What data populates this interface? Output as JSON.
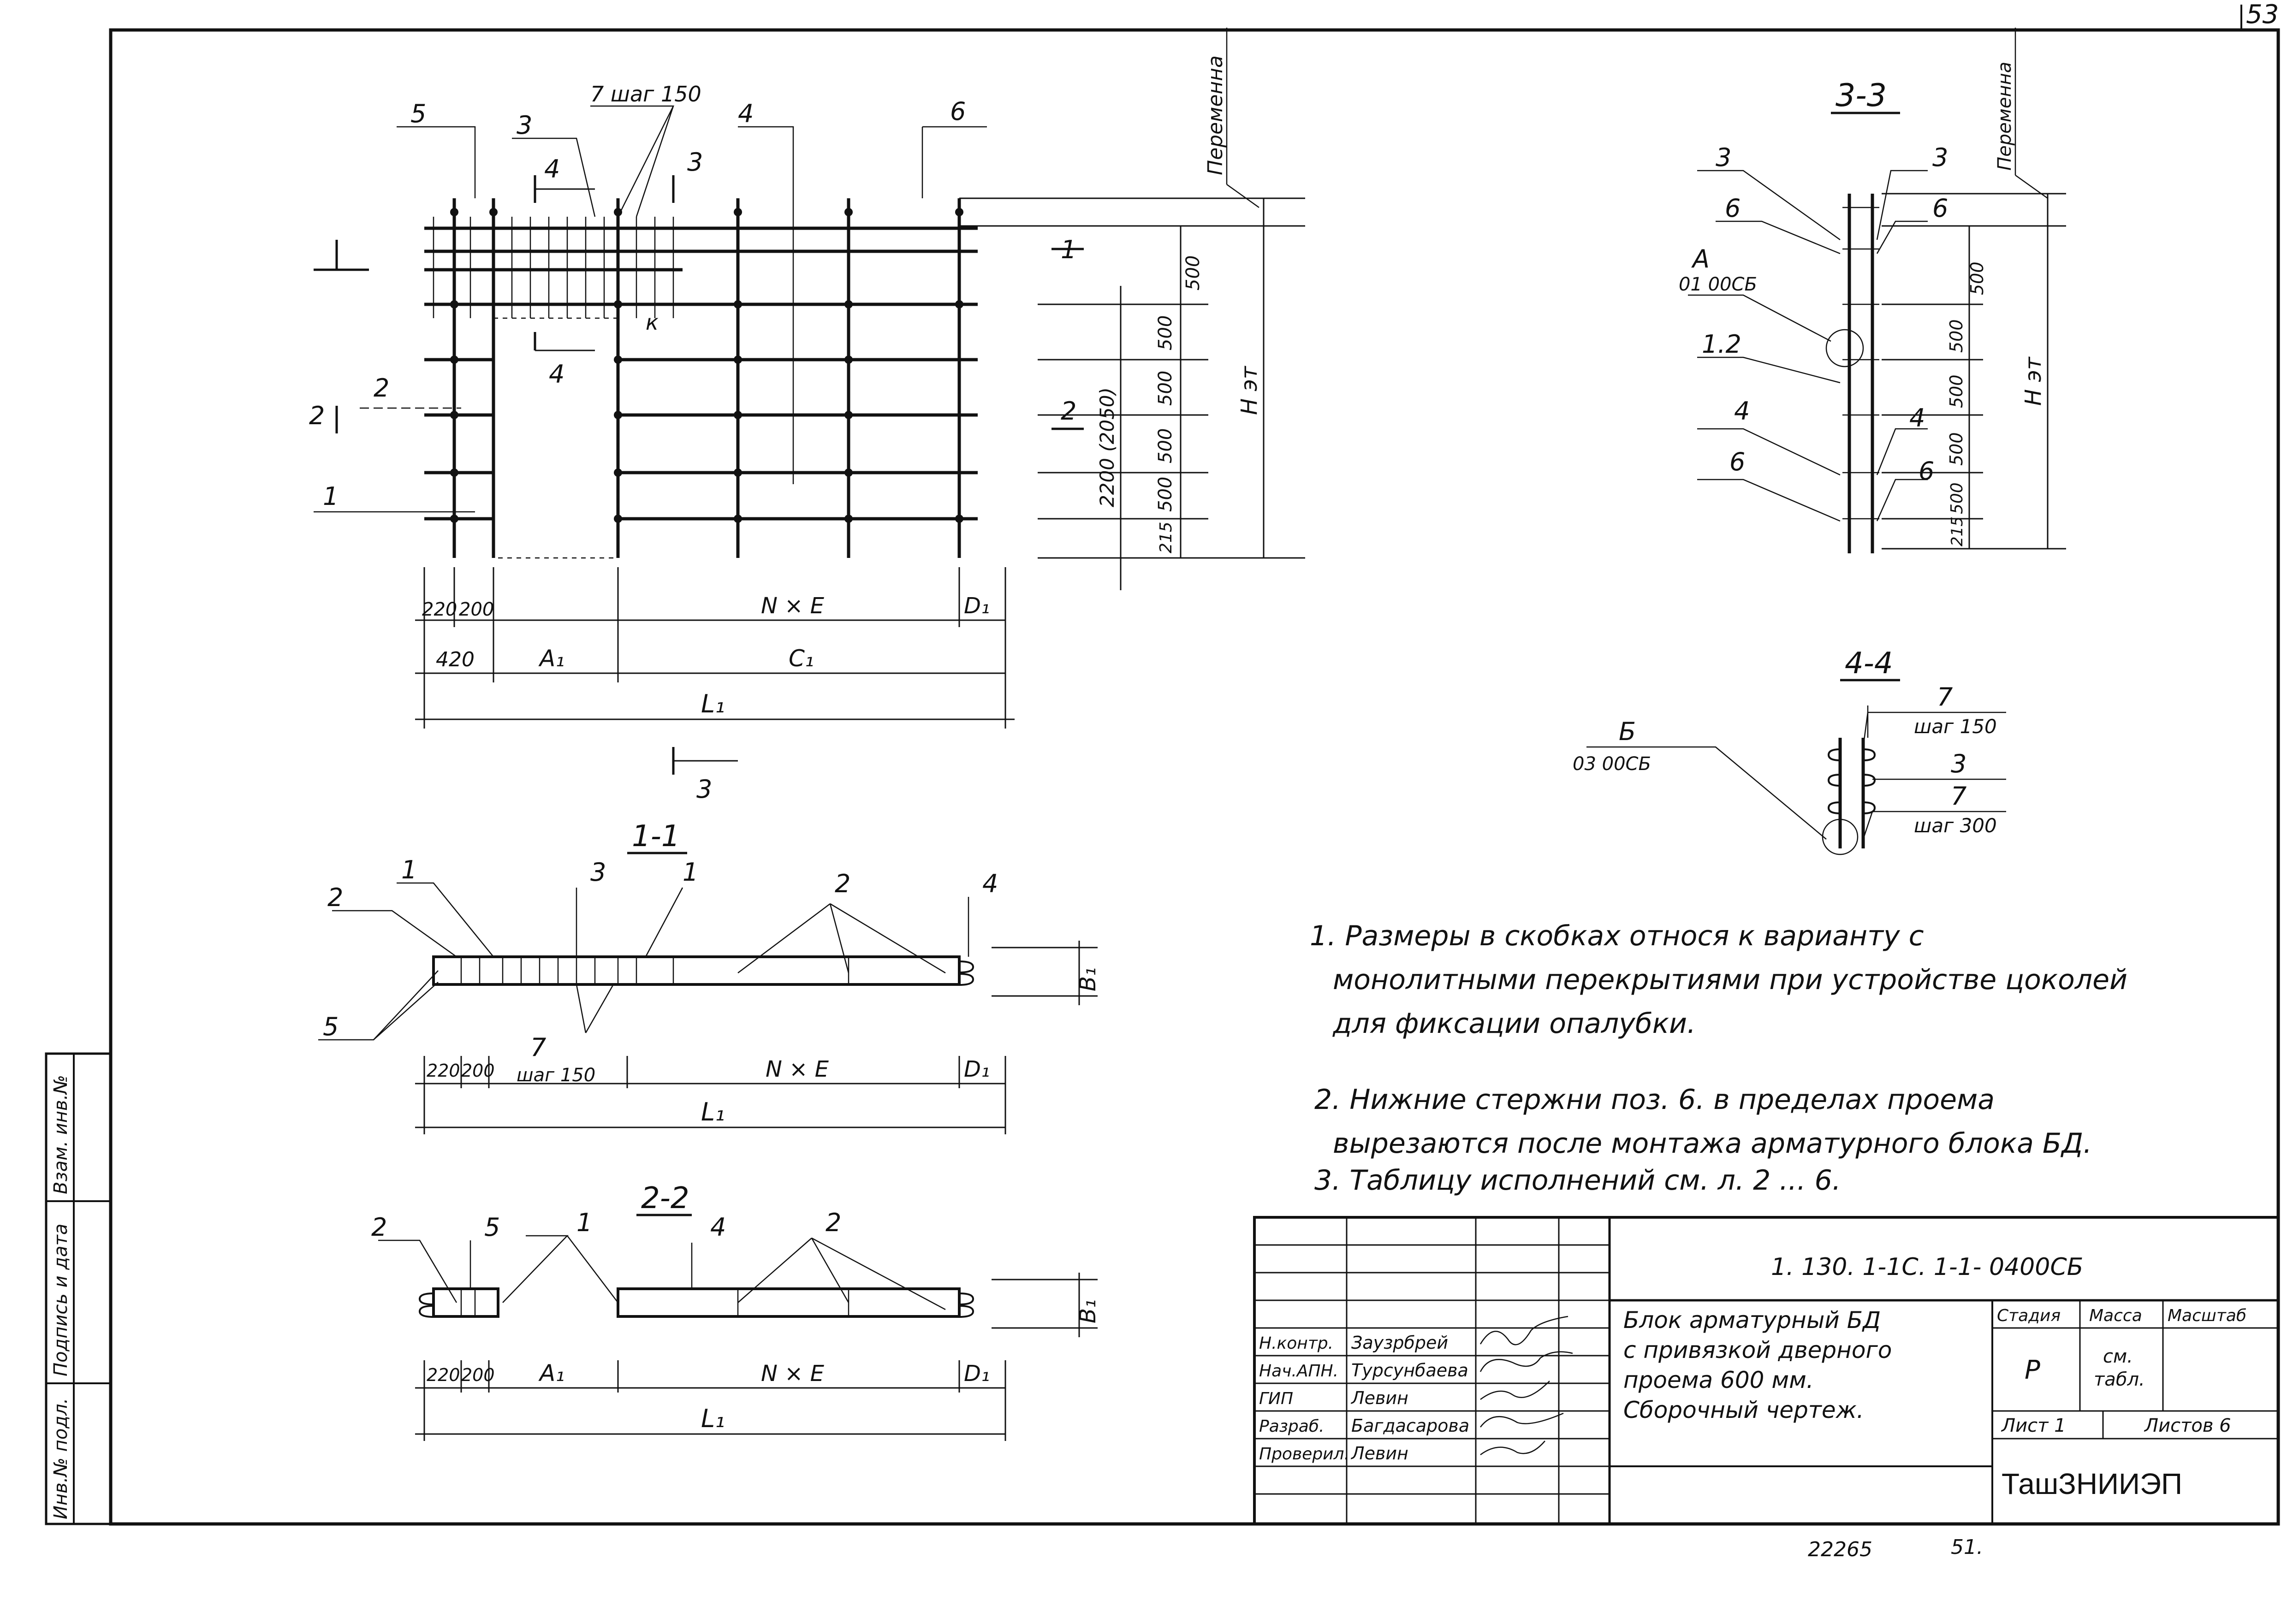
{
  "sheet": {
    "page_number": "53",
    "bottom_stamp": "22265",
    "bottom_sheet": "51."
  },
  "main_view": {
    "labels": {
      "p5": "5",
      "p3": "3",
      "p7_step": "7 шаг 150",
      "p4": "4",
      "p6": "6",
      "cut4": "4",
      "cut3": "3",
      "cut1": "1",
      "cut2_left": "2",
      "cut2_right": "2",
      "p2": "2",
      "p1": "1",
      "k": "к",
      "variable": "Переменна",
      "h_et": "H эт",
      "d500a": "500",
      "d500b": "500",
      "d500c": "500",
      "d500d": "500",
      "d500e": "500",
      "d215": "215",
      "d2200": "2200 (2050)"
    },
    "bottom_dims": {
      "d220": "220",
      "d200": "200",
      "d420": "420",
      "a1": "A₁",
      "c1": "C₁",
      "nxe": "N × E",
      "d1": "D₁",
      "l1": "L₁"
    }
  },
  "section_11": {
    "title": "1-1",
    "labels": {
      "p2": "2",
      "p1a": "1",
      "p3": "3",
      "p1b": "1",
      "p2b": "2",
      "p4": "4",
      "p5": "5",
      "p7": "7",
      "step": "шаг 150",
      "b1": "B₁",
      "d220": "220",
      "d200": "200",
      "nxe": "N × E",
      "d1": "D₁",
      "l1": "L₁"
    }
  },
  "section_22": {
    "title": "2-2",
    "labels": {
      "p2": "2",
      "p5": "5",
      "p1": "1",
      "p4": "4",
      "p2b": "2",
      "b1": "B₁",
      "d220": "220",
      "d200": "200",
      "a1": "A₁",
      "nxe": "N × E",
      "d1": "D₁",
      "l1": "L₁"
    }
  },
  "section_33": {
    "title": "3-3",
    "labels": {
      "p3l": "3",
      "p3r": "3",
      "p6l": "6",
      "p6r": "6",
      "a": "А",
      "ref": "01 00СБ",
      "p12": "1.2",
      "p4l": "4",
      "p4r": "4",
      "p6l2": "6",
      "p6r2": "6",
      "variable": "Переменна",
      "h_et": "H эт",
      "d500a": "500",
      "d500b": "500",
      "d500c": "500",
      "d500d": "500",
      "d500e": "500",
      "d215": "215"
    }
  },
  "section_44": {
    "title": "4-4",
    "labels": {
      "b": "Б",
      "ref": "03 00СБ",
      "p7a": "7",
      "step150": "шаг 150",
      "p3": "3",
      "p7b": "7",
      "step300": "шаг 300"
    }
  },
  "notes": [
    "1. Размеры в скобках относя к варианту  с",
    "монолитными  перекрытиями  при устройстве цоколей",
    "для  фиксации  опалубки.",
    "2. Нижние  стержни  поз. 6.  в пределах  проема",
    "вырезаются  после  монтажа  арматурного  блока  БД.",
    "3. Таблицу  исполнений  см. л. 2 ... 6."
  ],
  "title_block": {
    "doc_code": "1. 130. 1-1С. 1-1- 0400СБ",
    "title_lines": [
      "Блок арматурный  БД",
      "с привязкой дверного",
      "проема  600 мм.",
      "Сборочный  чертеж."
    ],
    "roles": [
      {
        "role": "Н.контр.",
        "name": "Заузрбрей"
      },
      {
        "role": "Нач.АПН.",
        "name": "Турсунбаева"
      },
      {
        "role": "ГИП",
        "name": "Левин"
      },
      {
        "role": "Разраб.",
        "name": "Багдасарова"
      },
      {
        "role": "Проверил.",
        "name": "Левин"
      }
    ],
    "stage_header": "Стадия",
    "mass_header": "Масса",
    "scale_header": "Масштаб",
    "stage": "Р",
    "mass_1": "см.",
    "mass_2": "табл.",
    "sheet_label": "Лист 1",
    "sheets_label": "Листов 6",
    "org": "ТашЗНИИЭП"
  },
  "side_stamp": {
    "fields": [
      "Взам. инв.№",
      "Подпись и дата",
      "Инв.№ подл."
    ]
  }
}
